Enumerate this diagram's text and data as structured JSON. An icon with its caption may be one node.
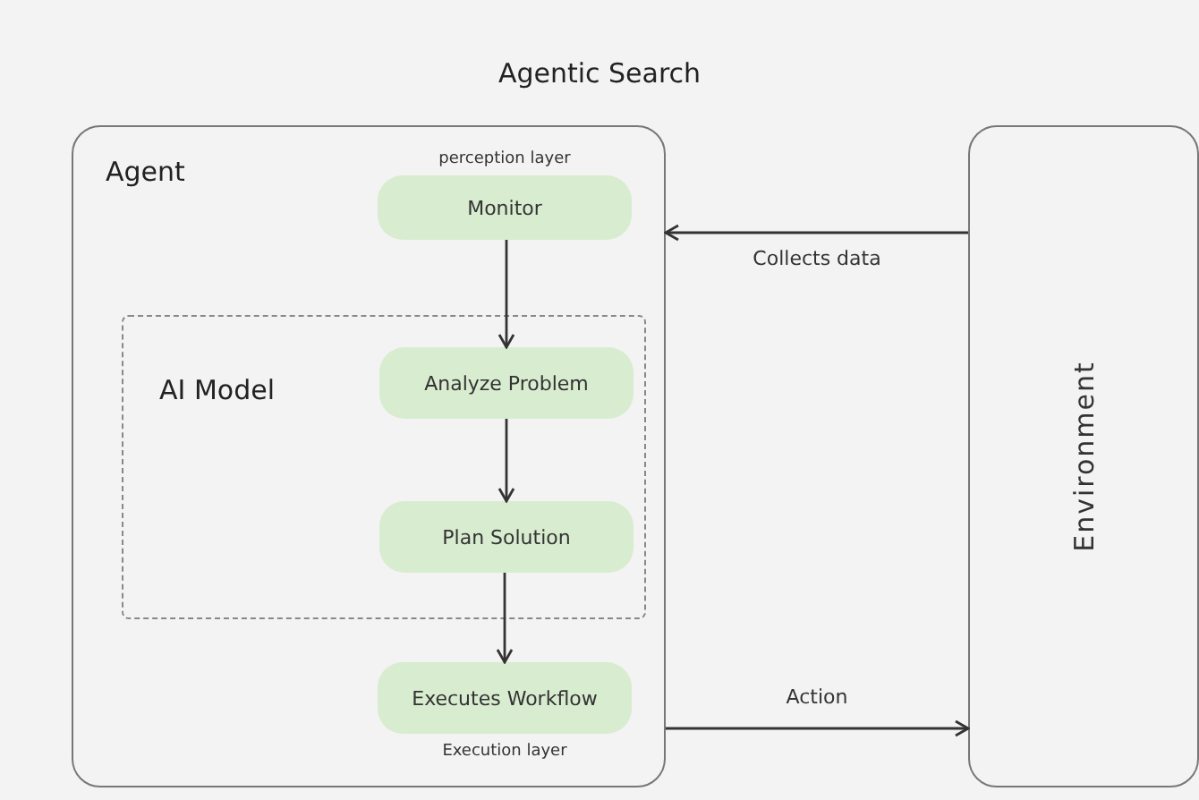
{
  "diagram": {
    "title": "Agentic Search",
    "nodes": [
      {
        "text": [
          "Agent"
        ]
      },
      {
        "text": [
          "Monitor"
        ],
        "in": 0,
        "beside": [
          "perception layer"
        ]
      },
      {
        "text": [
          "AI Model"
        ],
        "in": 0
      },
      {
        "text": [
          "Analyze Problem"
        ],
        "in": 2
      },
      {
        "text": [
          "Plan Solution"
        ],
        "in": 2
      },
      {
        "text": [
          "Executes Workflow"
        ],
        "in": 0,
        "beside": [
          "Execution layer"
        ]
      },
      {
        "text": [
          "Environment"
        ]
      }
    ],
    "edges": [
      {
        "from": 1,
        "to": 3,
        "arrow": "to"
      },
      {
        "from": 3,
        "to": 4,
        "arrow": "to"
      },
      {
        "from": 4,
        "to": 5,
        "arrow": "to"
      },
      {
        "from": 6,
        "to": 0,
        "arrow": "to",
        "label": "Collects data"
      },
      {
        "from": 0,
        "to": 6,
        "arrow": "to",
        "label": "Action"
      }
    ]
  }
}
